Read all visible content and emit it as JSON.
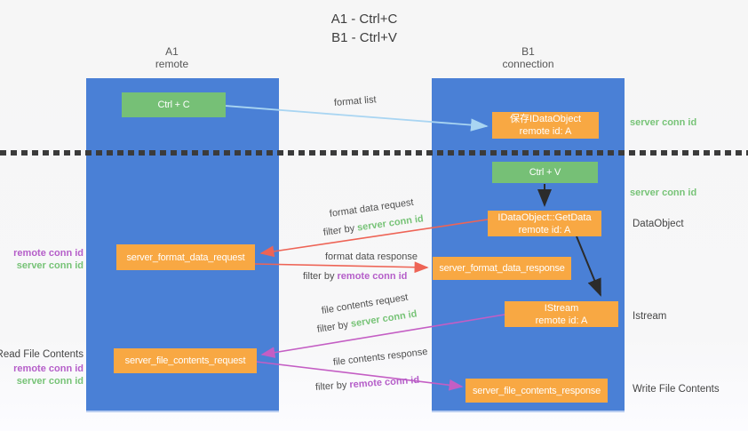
{
  "title": {
    "line1": "A1 - Ctrl+C",
    "line2": "B1 - Ctrl+V"
  },
  "columns": {
    "a1": {
      "name": "A1",
      "subtitle": "remote"
    },
    "b1": {
      "name": "B1",
      "subtitle": "connection"
    }
  },
  "nodes": {
    "ctrl_c": {
      "label": "Ctrl + C"
    },
    "save_idataobject": {
      "line1": "保存IDataObject",
      "line2": "remote id: A"
    },
    "ctrl_v": {
      "label": "Ctrl + V"
    },
    "idataobject_getdata": {
      "line1": "IDataObject::GetData",
      "line2": "remote id: A"
    },
    "server_format_data_request": {
      "label": "server_format_data_request"
    },
    "server_format_data_response": {
      "label": "server_format_data_response"
    },
    "istream": {
      "line1": "IStream",
      "line2": "remote id: A"
    },
    "server_file_contents_request": {
      "label": "server_file_contents_request"
    },
    "server_file_contents_response": {
      "label": "server_file_contents_response"
    }
  },
  "arrow_labels": {
    "format_list": "format list",
    "format_data_request": "format data request",
    "format_data_response": "format data response",
    "file_contents_request": "file contents request",
    "file_contents_response": "file contents response",
    "filter_by": "filter by",
    "server_conn_id": "server conn id",
    "remote_conn_id": "remote conn id"
  },
  "side_labels": {
    "right_server_conn_id_top": "server conn id",
    "right_server_conn_id_mid": "server conn id",
    "right_dataobject": "DataObject",
    "right_istream": "Istream",
    "right_write_file_contents": "Write File Contents",
    "left_remote_conn_id_format": "remote conn id",
    "left_server_conn_id_format": "server conn id",
    "left_read_file_contents": "Read File Contents",
    "left_remote_conn_id_file": "remote conn id",
    "left_server_conn_id_file": "server conn id"
  },
  "colors": {
    "column_blue": "#4a80d6",
    "box_green": "#76c076",
    "box_orange": "#f8a843",
    "arrow_red": "#ee6456",
    "arrow_purple": "#c45ec4",
    "arrow_light_blue": "#a9d5f2",
    "arrow_black": "#2b2b2b",
    "label_green": "#77c377",
    "label_purple": "#b55ec9",
    "text_dark": "#4a4a4a"
  }
}
